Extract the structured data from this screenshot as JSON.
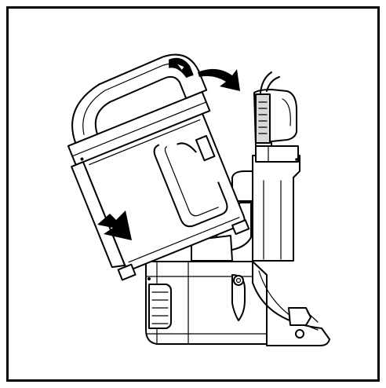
{
  "figure": {
    "kind": "instruction-illustration",
    "subject": "dust-bin-removal",
    "arrows": [
      "rotate-arrow",
      "insert-arrow"
    ],
    "colors": {
      "line": "#000000",
      "background": "#ffffff",
      "shade": "#d9d9d9"
    }
  }
}
